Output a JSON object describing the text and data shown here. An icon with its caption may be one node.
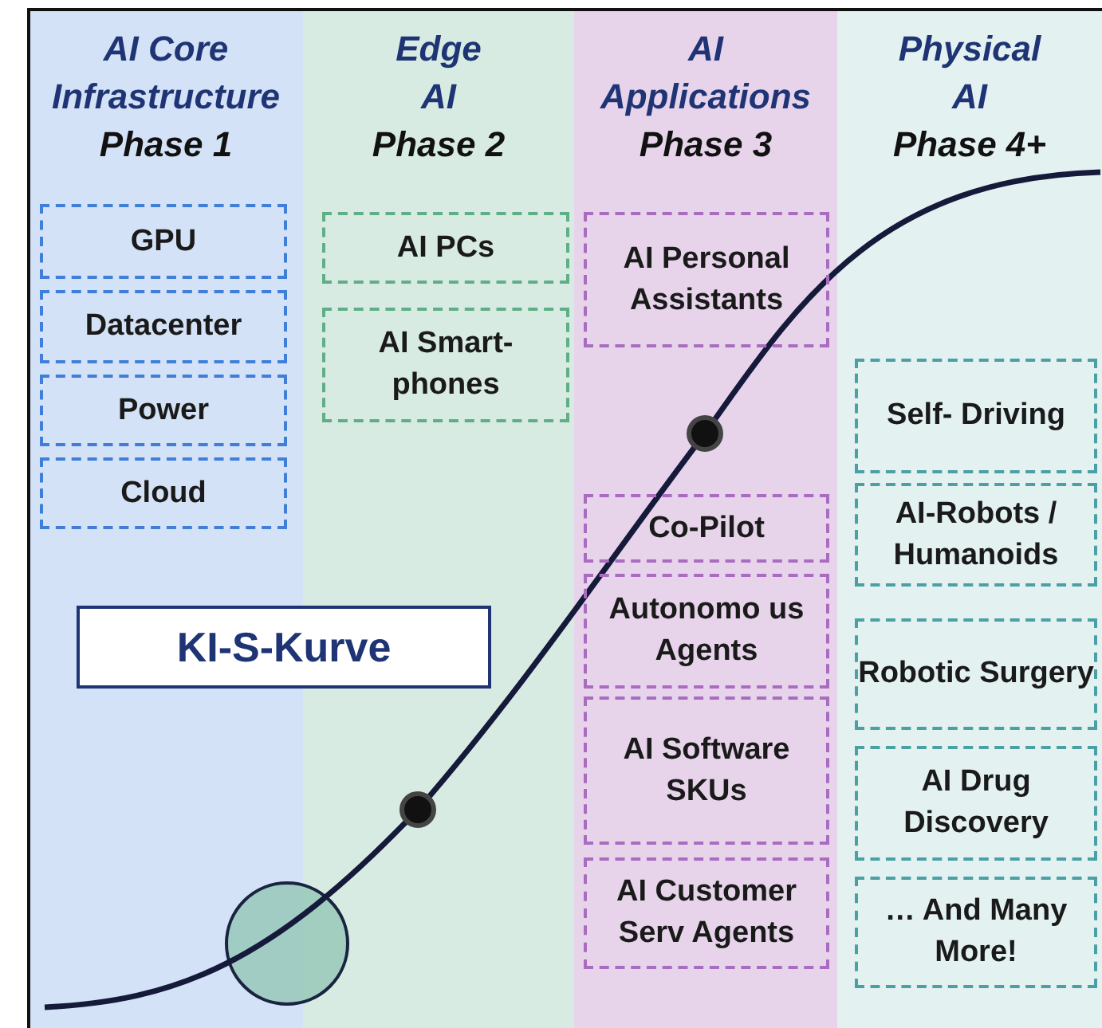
{
  "diagram": {
    "nodes": [
      {
        "text": [
          "AI Core Infrastructure",
          "Phase 1"
        ]
      },
      {
        "text": [
          "GPU"
        ],
        "in": 0
      },
      {
        "text": [
          "Datacenter"
        ],
        "in": 0
      },
      {
        "text": [
          "Power"
        ],
        "in": 0
      },
      {
        "text": [
          "Cloud"
        ],
        "in": 0
      },
      {
        "text": [
          "Edge AI",
          "Phase 2"
        ]
      },
      {
        "text": [
          "AI PCs"
        ],
        "in": 5
      },
      {
        "text": [
          "AI Smart- phones"
        ],
        "in": 5
      },
      {
        "text": [
          "AI Applications",
          "Phase 3"
        ]
      },
      {
        "text": [
          "AI Personal Assistants"
        ],
        "in": 8
      },
      {
        "text": [
          "Co-Pilot"
        ],
        "in": 8
      },
      {
        "text": [
          "Autonomo us Agents"
        ],
        "in": 8
      },
      {
        "text": [
          "AI Software SKUs"
        ],
        "in": 8
      },
      {
        "text": [
          "AI Customer Serv Agents"
        ],
        "in": 8
      },
      {
        "text": [
          "Physical AI",
          "Phase 4+"
        ]
      },
      {
        "text": [
          "Self- Driving"
        ],
        "in": 14
      },
      {
        "text": [
          "AI-Robots / Humanoids"
        ],
        "in": 14
      },
      {
        "text": [
          "Robotic Surgery"
        ],
        "in": 14
      },
      {
        "text": [
          "AI Drug Discovery"
        ],
        "in": 14
      },
      {
        "text": [
          "… And Many More!"
        ],
        "in": 14
      },
      {
        "text": [
          "KI-S-Kurve"
        ]
      }
    ]
  }
}
